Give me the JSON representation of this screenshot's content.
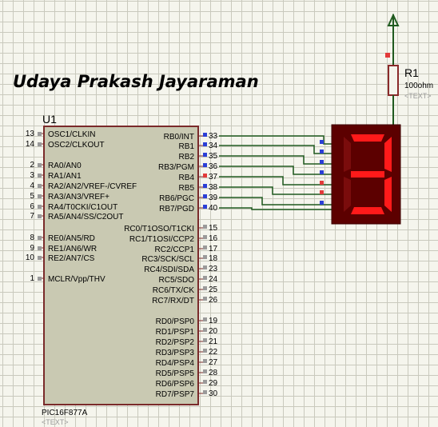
{
  "title": "Udaya Prakash Jayaraman",
  "mcu": {
    "ref": "U1",
    "part": "PIC16F877A",
    "text_tag": "<TEXT>",
    "left_pins": [
      {
        "num": "13",
        "name": "OSC1/CLKIN"
      },
      {
        "num": "14",
        "name": "OSC2/CLKOUT"
      },
      {
        "num": "2",
        "name": "RA0/AN0"
      },
      {
        "num": "3",
        "name": "RA1/AN1"
      },
      {
        "num": "4",
        "name": "RA2/AN2/VREF-/CVREF"
      },
      {
        "num": "5",
        "name": "RA3/AN3/VREF+"
      },
      {
        "num": "6",
        "name": "RA4/T0CKI/C1OUT"
      },
      {
        "num": "7",
        "name": "RA5/AN4/SS/C2OUT"
      },
      {
        "num": "8",
        "name": "RE0/AN5/RD"
      },
      {
        "num": "9",
        "name": "RE1/AN6/WR"
      },
      {
        "num": "10",
        "name": "RE2/AN7/CS"
      },
      {
        "num": "1",
        "name": "MCLR/Vpp/THV"
      }
    ],
    "right_pins": [
      {
        "num": "33",
        "name": "RB0/INT"
      },
      {
        "num": "34",
        "name": "RB1"
      },
      {
        "num": "35",
        "name": "RB2"
      },
      {
        "num": "36",
        "name": "RB3/PGM"
      },
      {
        "num": "37",
        "name": "RB4"
      },
      {
        "num": "38",
        "name": "RB5"
      },
      {
        "num": "39",
        "name": "RB6/PGC"
      },
      {
        "num": "40",
        "name": "RB7/PGD"
      },
      {
        "num": "15",
        "name": "RC0/T1OSO/T1CKI"
      },
      {
        "num": "16",
        "name": "RC1/T1OSI/CCP2"
      },
      {
        "num": "17",
        "name": "RC2/CCP1"
      },
      {
        "num": "18",
        "name": "RC3/SCK/SCL"
      },
      {
        "num": "23",
        "name": "RC4/SDI/SDA"
      },
      {
        "num": "24",
        "name": "RC5/SDO"
      },
      {
        "num": "25",
        "name": "RC6/TX/CK"
      },
      {
        "num": "26",
        "name": "RC7/RX/DT"
      },
      {
        "num": "19",
        "name": "RD0/PSP0"
      },
      {
        "num": "20",
        "name": "RD1/PSP1"
      },
      {
        "num": "21",
        "name": "RD2/PSP2"
      },
      {
        "num": "22",
        "name": "RD3/PSP3"
      },
      {
        "num": "27",
        "name": "RD4/PSP4"
      },
      {
        "num": "28",
        "name": "RD5/PSP5"
      },
      {
        "num": "29",
        "name": "RD6/PSP6"
      },
      {
        "num": "30",
        "name": "RD7/PSP7"
      }
    ]
  },
  "resistor": {
    "ref": "R1",
    "value": "100ohm",
    "text_tag": "<TEXT>"
  },
  "display": {
    "digit": "3",
    "segments_on": [
      "a",
      "b",
      "c",
      "d",
      "g"
    ]
  },
  "colors": {
    "wire": "#1f5a1f",
    "pin_high": "#e23a3a",
    "pin_low": "#2b3fd6",
    "component_body": "#c9c9b2",
    "display_body": "#5c0000",
    "segment_on": "#ff1a1a",
    "segment_off": "#7a0c0c"
  }
}
